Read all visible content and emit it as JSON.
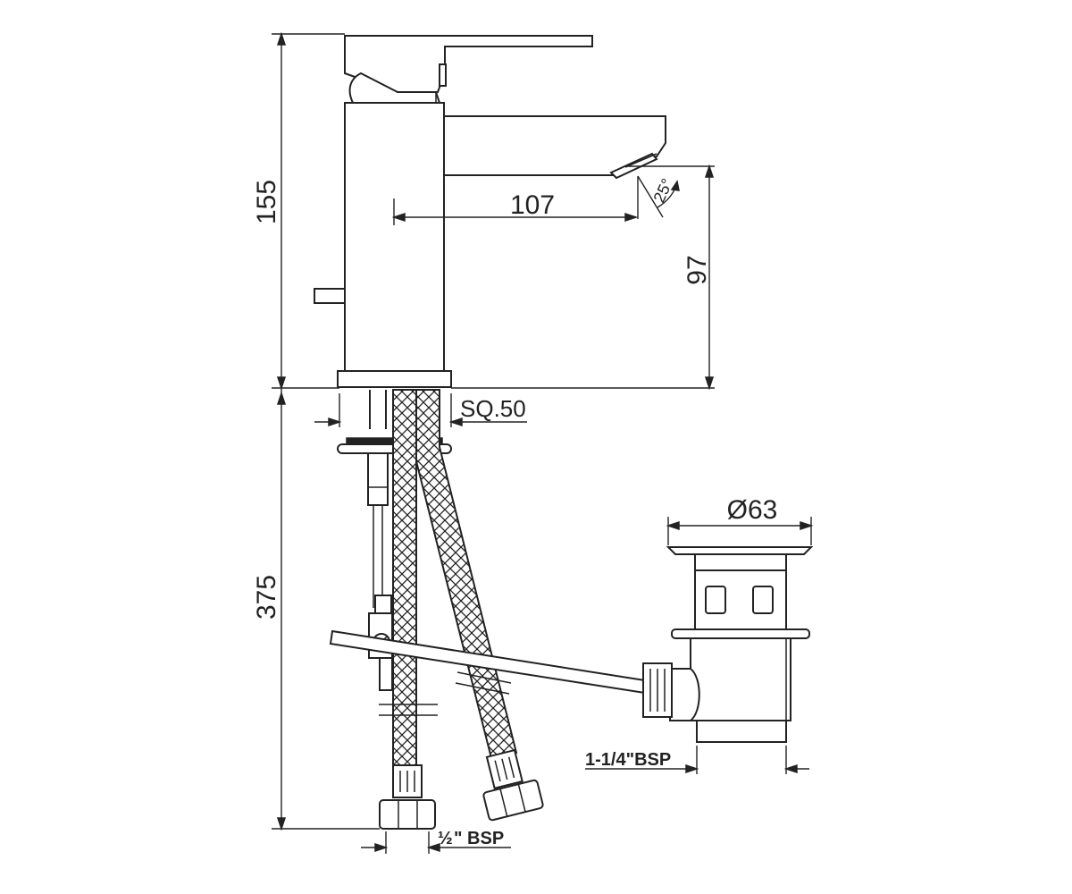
{
  "dimensions": {
    "total_height_above": "155",
    "total_height_below": "375",
    "spout_reach": "107",
    "spout_height": "97",
    "spout_angle": "25°",
    "base_square": "SQ.50",
    "waste_diameter": "Ø63",
    "waste_thread": "1-1/4\"BSP",
    "hose_thread_fraction": "½",
    "hose_thread_unit": "\" BSP"
  },
  "colors": {
    "line": "#222222",
    "background": "#ffffff"
  }
}
